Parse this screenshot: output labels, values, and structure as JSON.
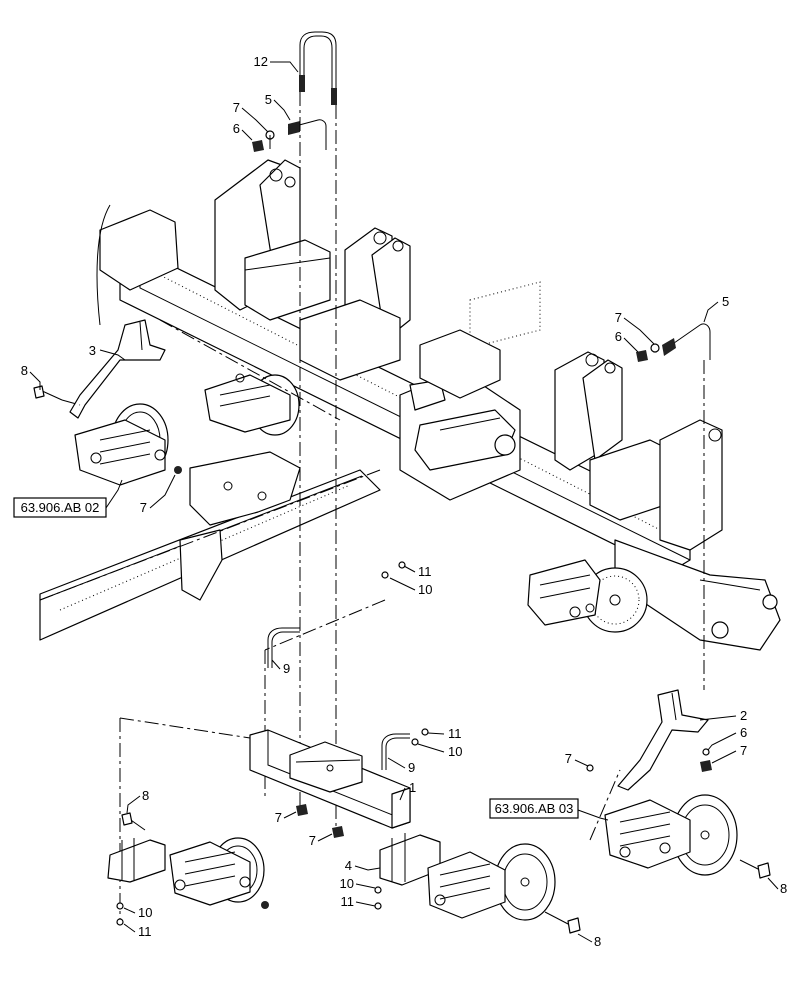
{
  "diagram": {
    "callouts": [
      {
        "id": "c12a",
        "text": "12"
      },
      {
        "id": "c5a",
        "text": "5"
      },
      {
        "id": "c7a",
        "text": "7"
      },
      {
        "id": "c6a",
        "text": "6"
      },
      {
        "id": "c3",
        "text": "3"
      },
      {
        "id": "c8a",
        "text": "8"
      },
      {
        "id": "c7b",
        "text": "7"
      },
      {
        "id": "c7c",
        "text": "7"
      },
      {
        "id": "c6b",
        "text": "6"
      },
      {
        "id": "c5b",
        "text": "5"
      },
      {
        "id": "c11a",
        "text": "11"
      },
      {
        "id": "c10a",
        "text": "10"
      },
      {
        "id": "c9a",
        "text": "9"
      },
      {
        "id": "c2",
        "text": "2"
      },
      {
        "id": "c6c",
        "text": "6"
      },
      {
        "id": "c7d",
        "text": "7"
      },
      {
        "id": "c7e",
        "text": "7"
      },
      {
        "id": "c11b",
        "text": "11"
      },
      {
        "id": "c10b",
        "text": "10"
      },
      {
        "id": "c9b",
        "text": "9"
      },
      {
        "id": "c1",
        "text": "1"
      },
      {
        "id": "c8b",
        "text": "8"
      },
      {
        "id": "c7f",
        "text": "7"
      },
      {
        "id": "c7g",
        "text": "7"
      },
      {
        "id": "c4",
        "text": "4"
      },
      {
        "id": "c10c",
        "text": "10"
      },
      {
        "id": "c11c",
        "text": "11"
      },
      {
        "id": "c10d",
        "text": "10"
      },
      {
        "id": "c11d",
        "text": "11"
      },
      {
        "id": "c8c",
        "text": "8"
      },
      {
        "id": "c8d",
        "text": "8"
      }
    ],
    "references": [
      {
        "id": "ref1",
        "text": "63.906.AB 02"
      },
      {
        "id": "ref2",
        "text": "63.906.AB 03"
      }
    ]
  }
}
